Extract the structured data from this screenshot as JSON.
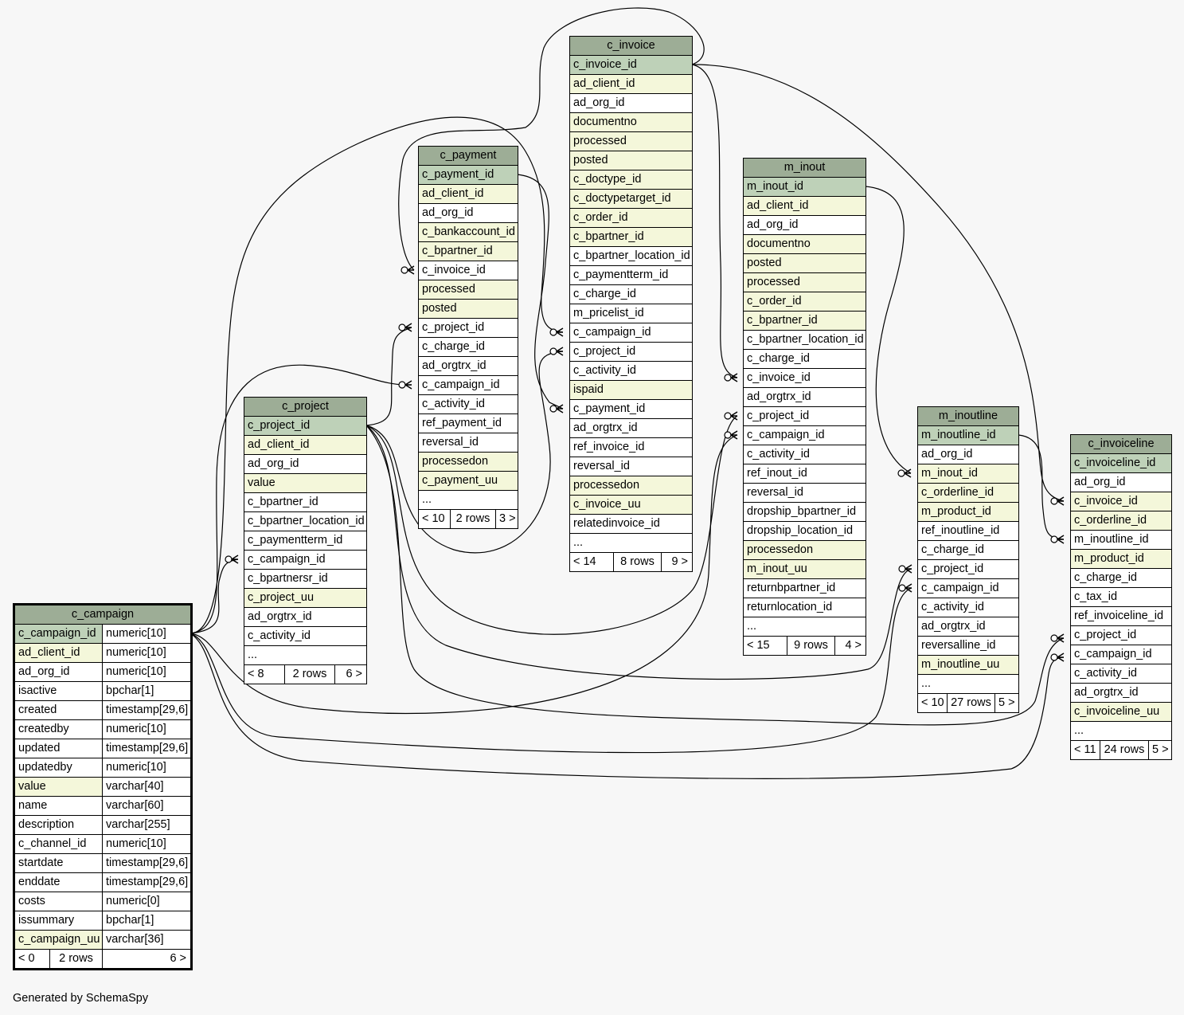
{
  "footer": "Generated by SchemaSpy",
  "tables": {
    "c_invoice": {
      "name": "c_invoice",
      "columns": [
        {
          "name": "c_invoice_id",
          "kind": "pk"
        },
        {
          "name": "ad_client_id",
          "kind": "idx"
        },
        {
          "name": "ad_org_id",
          "kind": "plain"
        },
        {
          "name": "documentno",
          "kind": "idx"
        },
        {
          "name": "processed",
          "kind": "idx"
        },
        {
          "name": "posted",
          "kind": "idx"
        },
        {
          "name": "c_doctype_id",
          "kind": "idx"
        },
        {
          "name": "c_doctypetarget_id",
          "kind": "idx"
        },
        {
          "name": "c_order_id",
          "kind": "idx"
        },
        {
          "name": "c_bpartner_id",
          "kind": "idx"
        },
        {
          "name": "c_bpartner_location_id",
          "kind": "plain"
        },
        {
          "name": "c_paymentterm_id",
          "kind": "plain"
        },
        {
          "name": "c_charge_id",
          "kind": "plain"
        },
        {
          "name": "m_pricelist_id",
          "kind": "plain"
        },
        {
          "name": "c_campaign_id",
          "kind": "plain"
        },
        {
          "name": "c_project_id",
          "kind": "plain"
        },
        {
          "name": "c_activity_id",
          "kind": "plain"
        },
        {
          "name": "ispaid",
          "kind": "idx"
        },
        {
          "name": "c_payment_id",
          "kind": "plain"
        },
        {
          "name": "ad_orgtrx_id",
          "kind": "plain"
        },
        {
          "name": "ref_invoice_id",
          "kind": "plain"
        },
        {
          "name": "reversal_id",
          "kind": "plain"
        },
        {
          "name": "processedon",
          "kind": "idx"
        },
        {
          "name": "c_invoice_uu",
          "kind": "idx"
        },
        {
          "name": "relatedinvoice_id",
          "kind": "plain"
        },
        {
          "name": "...",
          "kind": "plain"
        }
      ],
      "footer": [
        "< 14",
        "8 rows",
        "9 >"
      ]
    },
    "c_payment": {
      "name": "c_payment",
      "columns": [
        {
          "name": "c_payment_id",
          "kind": "pk"
        },
        {
          "name": "ad_client_id",
          "kind": "idx"
        },
        {
          "name": "ad_org_id",
          "kind": "plain"
        },
        {
          "name": "c_bankaccount_id",
          "kind": "idx"
        },
        {
          "name": "c_bpartner_id",
          "kind": "idx"
        },
        {
          "name": "c_invoice_id",
          "kind": "plain"
        },
        {
          "name": "processed",
          "kind": "idx"
        },
        {
          "name": "posted",
          "kind": "idx"
        },
        {
          "name": "c_project_id",
          "kind": "plain"
        },
        {
          "name": "c_charge_id",
          "kind": "plain"
        },
        {
          "name": "ad_orgtrx_id",
          "kind": "plain"
        },
        {
          "name": "c_campaign_id",
          "kind": "plain"
        },
        {
          "name": "c_activity_id",
          "kind": "plain"
        },
        {
          "name": "ref_payment_id",
          "kind": "plain"
        },
        {
          "name": "reversal_id",
          "kind": "plain"
        },
        {
          "name": "processedon",
          "kind": "idx"
        },
        {
          "name": "c_payment_uu",
          "kind": "idx"
        },
        {
          "name": "...",
          "kind": "plain"
        }
      ],
      "footer": [
        "< 10",
        "2 rows",
        "3 >"
      ]
    },
    "m_inout": {
      "name": "m_inout",
      "columns": [
        {
          "name": "m_inout_id",
          "kind": "pk"
        },
        {
          "name": "ad_client_id",
          "kind": "idx"
        },
        {
          "name": "ad_org_id",
          "kind": "plain"
        },
        {
          "name": "documentno",
          "kind": "idx"
        },
        {
          "name": "posted",
          "kind": "idx"
        },
        {
          "name": "processed",
          "kind": "idx"
        },
        {
          "name": "c_order_id",
          "kind": "idx"
        },
        {
          "name": "c_bpartner_id",
          "kind": "idx"
        },
        {
          "name": "c_bpartner_location_id",
          "kind": "plain"
        },
        {
          "name": "c_charge_id",
          "kind": "plain"
        },
        {
          "name": "c_invoice_id",
          "kind": "plain"
        },
        {
          "name": "ad_orgtrx_id",
          "kind": "plain"
        },
        {
          "name": "c_project_id",
          "kind": "plain"
        },
        {
          "name": "c_campaign_id",
          "kind": "plain"
        },
        {
          "name": "c_activity_id",
          "kind": "plain"
        },
        {
          "name": "ref_inout_id",
          "kind": "plain"
        },
        {
          "name": "reversal_id",
          "kind": "plain"
        },
        {
          "name": "dropship_bpartner_id",
          "kind": "plain"
        },
        {
          "name": "dropship_location_id",
          "kind": "plain"
        },
        {
          "name": "processedon",
          "kind": "idx"
        },
        {
          "name": "m_inout_uu",
          "kind": "idx"
        },
        {
          "name": "returnbpartner_id",
          "kind": "plain"
        },
        {
          "name": "returnlocation_id",
          "kind": "plain"
        },
        {
          "name": "...",
          "kind": "plain"
        }
      ],
      "footer": [
        "< 15",
        "9 rows",
        "4 >"
      ]
    },
    "c_project": {
      "name": "c_project",
      "columns": [
        {
          "name": "c_project_id",
          "kind": "pk"
        },
        {
          "name": "ad_client_id",
          "kind": "idx"
        },
        {
          "name": "ad_org_id",
          "kind": "plain"
        },
        {
          "name": "value",
          "kind": "idx"
        },
        {
          "name": "c_bpartner_id",
          "kind": "plain"
        },
        {
          "name": "c_bpartner_location_id",
          "kind": "plain"
        },
        {
          "name": "c_paymentterm_id",
          "kind": "plain"
        },
        {
          "name": "c_campaign_id",
          "kind": "plain"
        },
        {
          "name": "c_bpartnersr_id",
          "kind": "plain"
        },
        {
          "name": "c_project_uu",
          "kind": "idx"
        },
        {
          "name": "ad_orgtrx_id",
          "kind": "plain"
        },
        {
          "name": "c_activity_id",
          "kind": "plain"
        },
        {
          "name": "...",
          "kind": "plain"
        }
      ],
      "footer": [
        "< 8",
        "2 rows",
        "6 >"
      ]
    },
    "m_inoutline": {
      "name": "m_inoutline",
      "columns": [
        {
          "name": "m_inoutline_id",
          "kind": "pk"
        },
        {
          "name": "ad_org_id",
          "kind": "plain"
        },
        {
          "name": "m_inout_id",
          "kind": "idx"
        },
        {
          "name": "c_orderline_id",
          "kind": "idx"
        },
        {
          "name": "m_product_id",
          "kind": "idx"
        },
        {
          "name": "ref_inoutline_id",
          "kind": "plain"
        },
        {
          "name": "c_charge_id",
          "kind": "plain"
        },
        {
          "name": "c_project_id",
          "kind": "plain"
        },
        {
          "name": "c_campaign_id",
          "kind": "plain"
        },
        {
          "name": "c_activity_id",
          "kind": "plain"
        },
        {
          "name": "ad_orgtrx_id",
          "kind": "plain"
        },
        {
          "name": "reversalline_id",
          "kind": "plain"
        },
        {
          "name": "m_inoutline_uu",
          "kind": "idx"
        },
        {
          "name": "...",
          "kind": "plain"
        }
      ],
      "footer": [
        "< 10",
        "27 rows",
        "5 >"
      ]
    },
    "c_invoiceline": {
      "name": "c_invoiceline",
      "columns": [
        {
          "name": "c_invoiceline_id",
          "kind": "pk"
        },
        {
          "name": "ad_org_id",
          "kind": "plain"
        },
        {
          "name": "c_invoice_id",
          "kind": "idx"
        },
        {
          "name": "c_orderline_id",
          "kind": "idx"
        },
        {
          "name": "m_inoutline_id",
          "kind": "plain"
        },
        {
          "name": "m_product_id",
          "kind": "idx"
        },
        {
          "name": "c_charge_id",
          "kind": "plain"
        },
        {
          "name": "c_tax_id",
          "kind": "plain"
        },
        {
          "name": "ref_invoiceline_id",
          "kind": "plain"
        },
        {
          "name": "c_project_id",
          "kind": "plain"
        },
        {
          "name": "c_campaign_id",
          "kind": "plain"
        },
        {
          "name": "c_activity_id",
          "kind": "plain"
        },
        {
          "name": "ad_orgtrx_id",
          "kind": "plain"
        },
        {
          "name": "c_invoiceline_uu",
          "kind": "idx"
        },
        {
          "name": "...",
          "kind": "plain"
        }
      ],
      "footer": [
        "< 11",
        "24 rows",
        "5 >"
      ]
    },
    "c_campaign": {
      "name": "c_campaign",
      "focus": true,
      "columns": [
        {
          "name": "c_campaign_id",
          "type": "numeric[10]",
          "kind": "pk"
        },
        {
          "name": "ad_client_id",
          "type": "numeric[10]",
          "kind": "idx"
        },
        {
          "name": "ad_org_id",
          "type": "numeric[10]",
          "kind": "plain"
        },
        {
          "name": "isactive",
          "type": "bpchar[1]",
          "kind": "plain"
        },
        {
          "name": "created",
          "type": "timestamp[29,6]",
          "kind": "plain"
        },
        {
          "name": "createdby",
          "type": "numeric[10]",
          "kind": "plain"
        },
        {
          "name": "updated",
          "type": "timestamp[29,6]",
          "kind": "plain"
        },
        {
          "name": "updatedby",
          "type": "numeric[10]",
          "kind": "plain"
        },
        {
          "name": "value",
          "type": "varchar[40]",
          "kind": "idx"
        },
        {
          "name": "name",
          "type": "varchar[60]",
          "kind": "plain"
        },
        {
          "name": "description",
          "type": "varchar[255]",
          "kind": "plain"
        },
        {
          "name": "c_channel_id",
          "type": "numeric[10]",
          "kind": "plain"
        },
        {
          "name": "startdate",
          "type": "timestamp[29,6]",
          "kind": "plain"
        },
        {
          "name": "enddate",
          "type": "timestamp[29,6]",
          "kind": "plain"
        },
        {
          "name": "costs",
          "type": "numeric[0]",
          "kind": "plain"
        },
        {
          "name": "issummary",
          "type": "bpchar[1]",
          "kind": "plain"
        },
        {
          "name": "c_campaign_uu",
          "type": "varchar[36]",
          "kind": "idx"
        }
      ],
      "footer": [
        "< 0",
        "2 rows",
        "6 >"
      ]
    }
  },
  "relationships": [
    {
      "from": "c_invoice.c_invoice_id",
      "to": "c_payment.c_invoice_id"
    },
    {
      "from": "c_invoice.c_invoice_id",
      "to": "m_inout.c_invoice_id"
    },
    {
      "from": "c_invoice.c_invoice_id",
      "to": "c_invoiceline.c_invoice_id"
    },
    {
      "from": "c_payment.c_payment_id",
      "to": "c_invoice.c_payment_id"
    },
    {
      "from": "m_inout.m_inout_id",
      "to": "m_inoutline.m_inout_id"
    },
    {
      "from": "m_inoutline.m_inoutline_id",
      "to": "c_invoiceline.m_inoutline_id"
    },
    {
      "from": "c_project.c_project_id",
      "to": "c_payment.c_project_id"
    },
    {
      "from": "c_project.c_project_id",
      "to": "c_invoice.c_project_id"
    },
    {
      "from": "c_project.c_project_id",
      "to": "m_inout.c_project_id"
    },
    {
      "from": "c_project.c_project_id",
      "to": "m_inoutline.c_project_id"
    },
    {
      "from": "c_project.c_project_id",
      "to": "c_invoiceline.c_project_id"
    },
    {
      "from": "c_campaign.c_campaign_id",
      "to": "c_project.c_campaign_id"
    },
    {
      "from": "c_campaign.c_campaign_id",
      "to": "c_payment.c_campaign_id"
    },
    {
      "from": "c_campaign.c_campaign_id",
      "to": "c_invoice.c_campaign_id"
    },
    {
      "from": "c_campaign.c_campaign_id",
      "to": "m_inout.c_campaign_id"
    },
    {
      "from": "c_campaign.c_campaign_id",
      "to": "m_inoutline.c_campaign_id"
    },
    {
      "from": "c_campaign.c_campaign_id",
      "to": "c_invoiceline.c_campaign_id"
    }
  ]
}
